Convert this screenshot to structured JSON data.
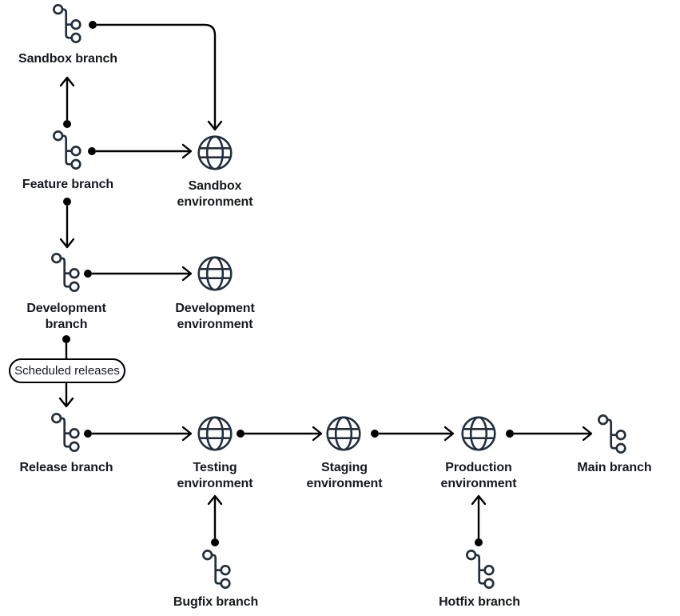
{
  "diagram": {
    "background": "#ffffff",
    "icon_color": "#232f3e",
    "line_color": "#000000",
    "text_color": "#16191f"
  },
  "labels": {
    "sandbox_branch": "Sandbox branch",
    "feature_branch": "Feature branch",
    "sandbox_environment": "Sandbox environment",
    "development_branch": "Development branch",
    "development_environment": "Development environment",
    "scheduled_releases": "Scheduled releases",
    "release_branch": "Release branch",
    "testing_environment": "Testing environment",
    "staging_environment": "Staging environment",
    "production_environment": "Production environment",
    "main_branch": "Main branch",
    "bugfix_branch": "Bugfix branch",
    "hotfix_branch": "Hotfix branch"
  },
  "icons": {
    "branch_nodes": "git-branch-icon",
    "environment_nodes": "globe-icon"
  },
  "edges": [
    {
      "from": "sandbox_branch",
      "to": "sandbox_environment"
    },
    {
      "from": "feature_branch",
      "to": "sandbox_branch"
    },
    {
      "from": "feature_branch",
      "to": "sandbox_environment"
    },
    {
      "from": "feature_branch",
      "to": "development_branch"
    },
    {
      "from": "development_branch",
      "to": "development_environment"
    },
    {
      "from": "development_branch",
      "to": "release_branch",
      "via": "scheduled_releases"
    },
    {
      "from": "release_branch",
      "to": "testing_environment"
    },
    {
      "from": "testing_environment",
      "to": "staging_environment"
    },
    {
      "from": "staging_environment",
      "to": "production_environment"
    },
    {
      "from": "production_environment",
      "to": "main_branch"
    },
    {
      "from": "bugfix_branch",
      "to": "testing_environment"
    },
    {
      "from": "hotfix_branch",
      "to": "production_environment"
    }
  ]
}
